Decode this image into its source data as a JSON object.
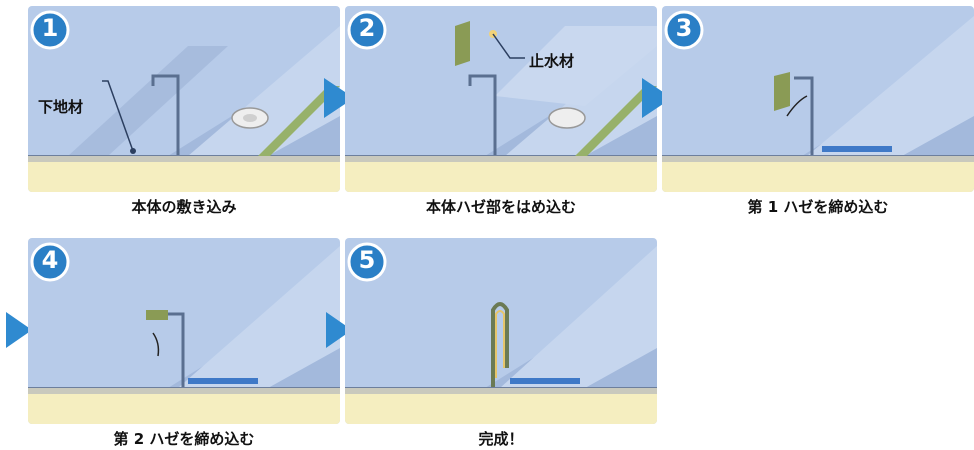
{
  "steps": [
    {
      "number": "1",
      "caption": "本体の敷き込み",
      "label": "下地材"
    },
    {
      "number": "2",
      "caption": "本体ハゼ部をはめ込む",
      "label": "止水材"
    },
    {
      "number": "3",
      "caption": "第 1 ハゼを締め込む"
    },
    {
      "number": "4",
      "caption": "第 2 ハゼを締め込む"
    },
    {
      "number": "5",
      "caption": "完成！"
    }
  ],
  "colors": {
    "sky": "#b3c8e8",
    "roof": "#a8bedf",
    "base": "#f6efc0",
    "accent": "#2f8ad0",
    "badge": "#2a7fc6"
  }
}
